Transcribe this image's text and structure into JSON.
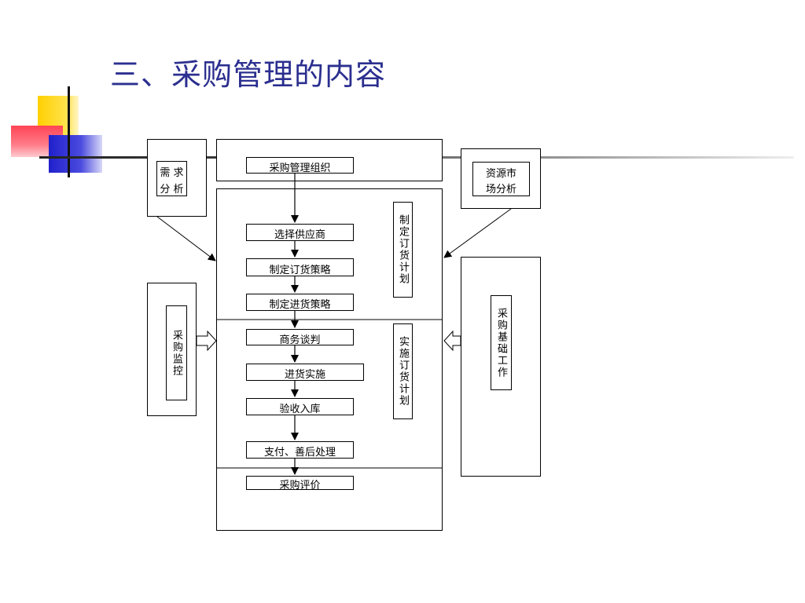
{
  "title": "三、采购管理的内容",
  "colors": {
    "title": "#2b2f8f",
    "deco_yellow": "#ffd000",
    "deco_red": "#ff4455",
    "deco_blue": "#2020cc"
  },
  "diagram": {
    "left": {
      "demand_line1": "需 求",
      "demand_line2": "分 析",
      "monitor": "采购监控"
    },
    "right": {
      "market_line1": "资源市",
      "market_line2": "场分析",
      "basic_work": "采购基础工作"
    },
    "center": {
      "org": "采购管理组织",
      "steps": [
        "选择供应商",
        "制定订货策略",
        "制定进货策略",
        "商务谈判",
        "进货实施",
        "验收入库",
        "支付、善后处理",
        "采购评价"
      ],
      "plan_make": "制定订货计划",
      "plan_execute": "实施订货计划"
    }
  }
}
